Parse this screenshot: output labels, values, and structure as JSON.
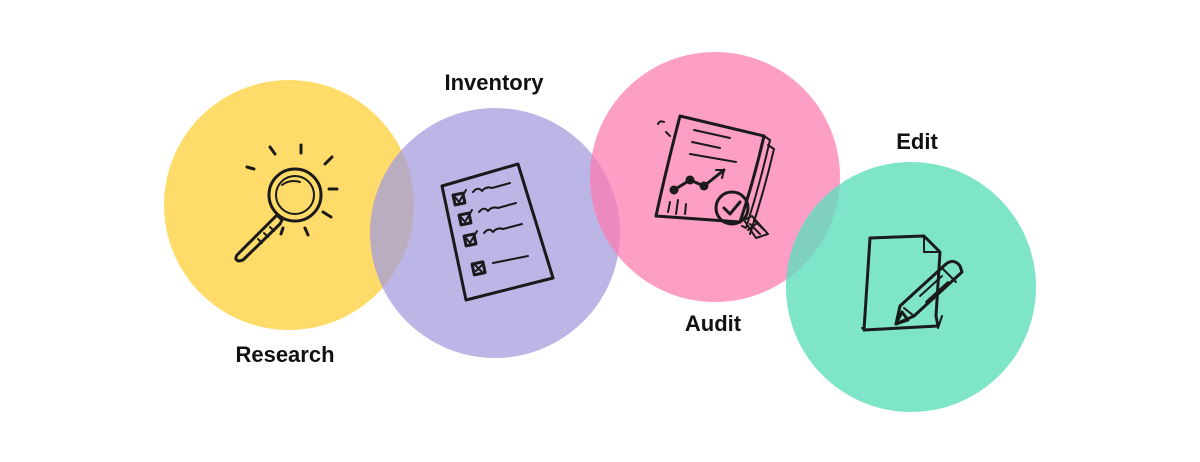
{
  "colors": {
    "research": "#FFD64F",
    "inventory": "#A49DDD",
    "audit": "#FC79AE",
    "edit": "#5BDEBA"
  },
  "steps": [
    {
      "label": "Research",
      "icon": "magnifying-glass-icon"
    },
    {
      "label": "Inventory",
      "icon": "checklist-icon"
    },
    {
      "label": "Audit",
      "icon": "audit-report-icon"
    },
    {
      "label": "Edit",
      "icon": "pencil-document-icon"
    }
  ]
}
